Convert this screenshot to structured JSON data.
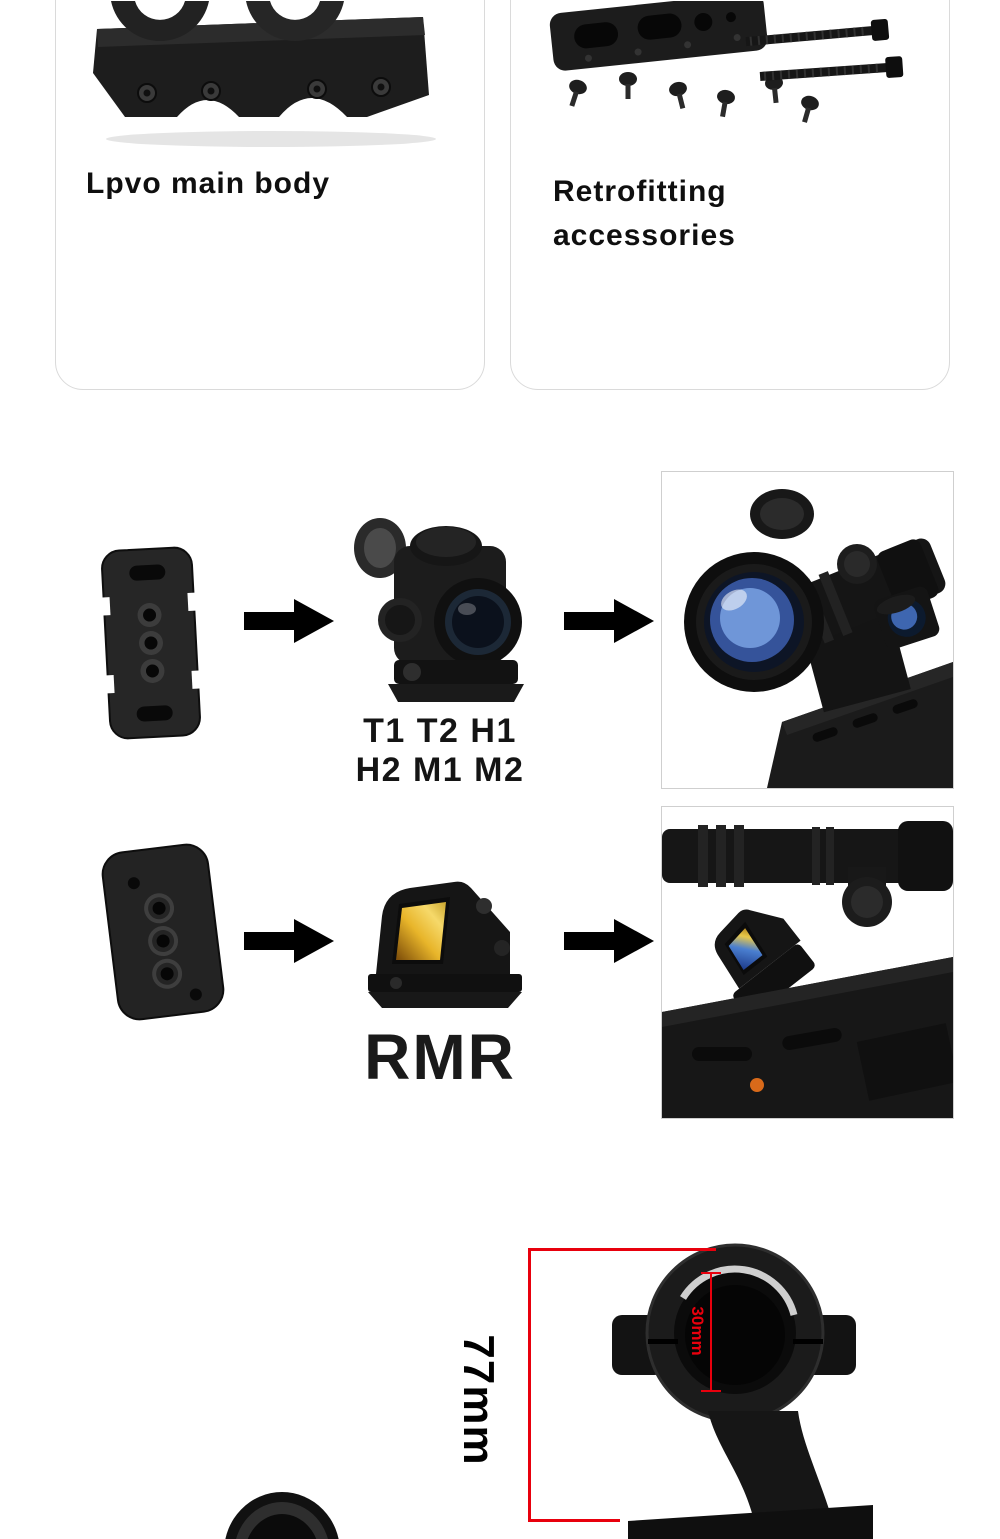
{
  "page": {
    "background": "#ffffff",
    "accent_red": "#e8000d"
  },
  "icons": {
    "flow_arrow": "arrow-right-icon"
  },
  "top_cards": {
    "lpvo": {
      "caption": "Lpvo main body"
    },
    "retrofit": {
      "caption_line1": "Retrofitting",
      "caption_line2": "accessories"
    }
  },
  "flow_row_red_dot": {
    "compat_line1": "T1 T2 H1",
    "compat_line2": "H2 M1 M2"
  },
  "flow_row_rmr": {
    "label": "RMR"
  },
  "dimensions": {
    "mount_height": "77mm",
    "ring_diameter": "30mm"
  }
}
